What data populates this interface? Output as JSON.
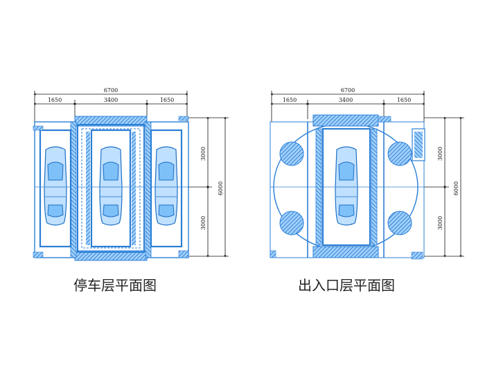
{
  "plans": [
    {
      "caption": "停车层平面图",
      "dims": {
        "total": "6700",
        "left": "1650",
        "mid": "3400",
        "right": "1650",
        "upper": "3000",
        "lower": "3000",
        "height": "6000"
      }
    },
    {
      "caption": "出入口层平面图",
      "dims": {
        "total": "6700",
        "left": "1650",
        "mid": "3400",
        "right": "1650",
        "upper": "3000",
        "lower": "3000",
        "height": "6000"
      }
    }
  ],
  "colors": {
    "frame": "#2b7fd6",
    "fill": "#3d9cf0",
    "dim": "#111111",
    "caption": "#222222"
  }
}
